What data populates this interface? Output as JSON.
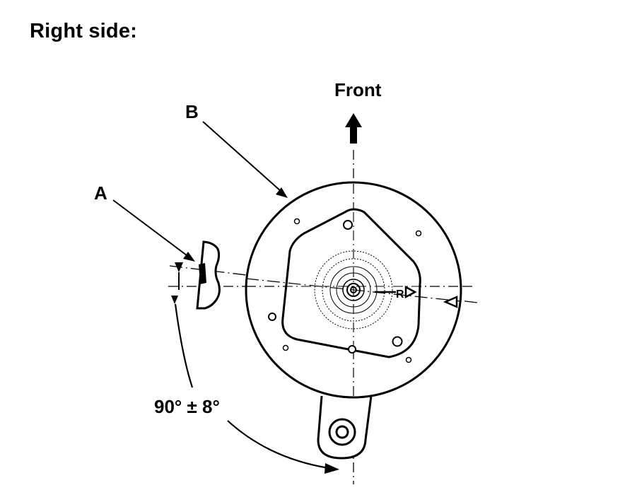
{
  "heading": "Right side:",
  "diagram": {
    "front_label": "Front",
    "callout_a": "A",
    "callout_b": "B",
    "angle_label": "90° ± 8°",
    "mark_label": "R"
  }
}
